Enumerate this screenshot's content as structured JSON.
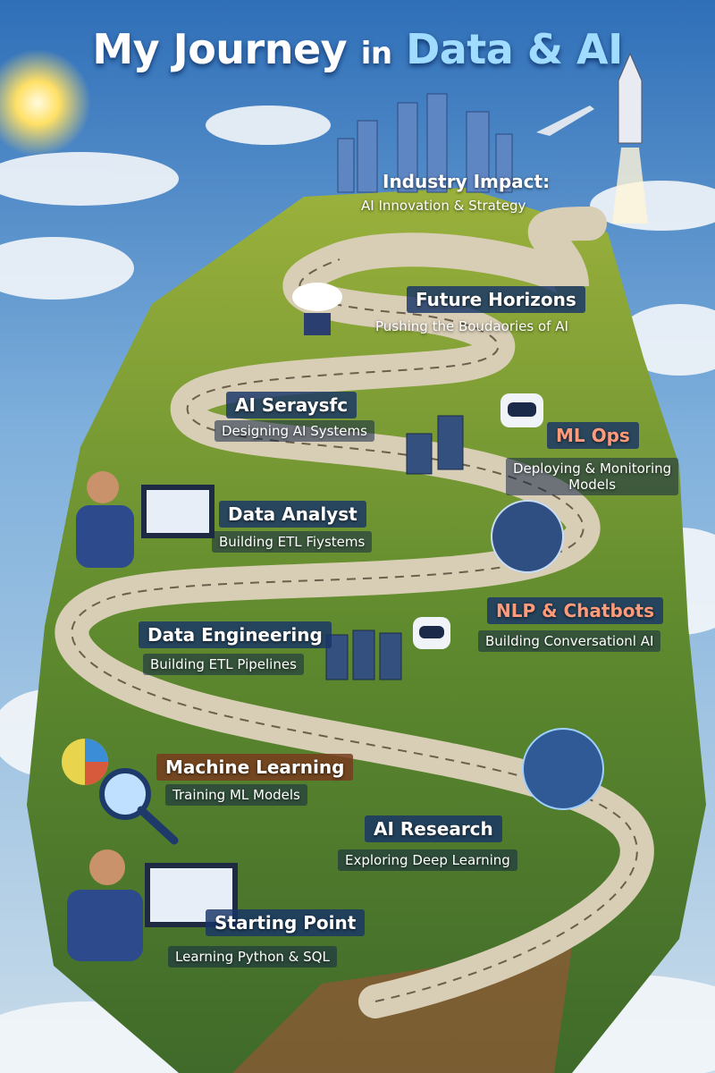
{
  "title": {
    "part1": "My Journey",
    "part2": "in",
    "part3": "Data & AI"
  },
  "colors": {
    "sky": "#4a86c4",
    "label_bg": "#183468",
    "road": "#d8cdb5",
    "grass": "#7a9a30",
    "accent_title": "#9fdcff",
    "accent_orange": "#ff9a7a"
  },
  "milestones": [
    {
      "title": "Industry Impact:",
      "subtitle": "AI Innovation & Strategy"
    },
    {
      "title": "Future Horizons",
      "subtitle": "Pushing the Boudaories of AI"
    },
    {
      "title": "AI Seraysfc",
      "subtitle": "Designing AI Systems"
    },
    {
      "title": "ML Ops",
      "subtitle": "Deploying & Monitoring",
      "subtitle2": "Models"
    },
    {
      "title": "Data Analyst",
      "subtitle": "Building ETL Fiystems"
    },
    {
      "title": "NLP & Chatbots",
      "subtitle": "Building Conversationl AI"
    },
    {
      "title": "Data Engineering",
      "subtitle": "Building ETL Pipelines"
    },
    {
      "title": "Machine Learning",
      "subtitle": "Training ML Models"
    },
    {
      "title": "AI Research",
      "subtitle": "Exploring Deep Learning"
    },
    {
      "title": "Starting Point",
      "subtitle": "Learning Python & SQL"
    }
  ],
  "icons": [
    "sun-icon",
    "rocket-icon",
    "airplane-icon",
    "city-icon",
    "robot-icon",
    "server-icon",
    "brain-icon",
    "computer-icon",
    "magnifier-icon",
    "pie-chart-icon",
    "cloud-icon"
  ]
}
